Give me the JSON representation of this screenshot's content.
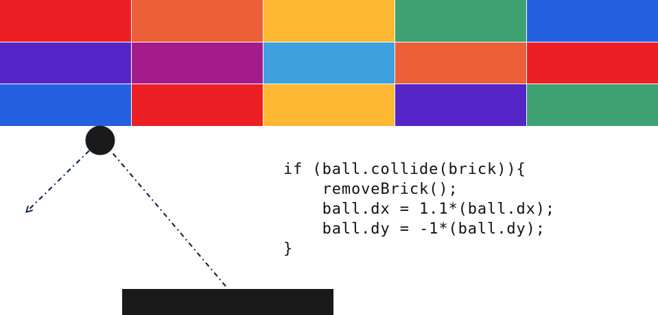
{
  "bricks": {
    "rows": [
      [
        "#EC2024",
        "#EC6039",
        "#FFB833",
        "#3FA172",
        "#2460E0"
      ],
      [
        "#5525C8",
        "#A41C8C",
        "#3FA0E0",
        "#EC6039",
        "#EC2024"
      ],
      [
        "#2460E0",
        "#EC2024",
        "#FFB833",
        "#5525C8",
        "#3FA172"
      ]
    ]
  },
  "ball": {
    "color": "#1a1a1a"
  },
  "paddle": {
    "color": "#1a1a1a"
  },
  "trajectory": {
    "color": "#13254a"
  },
  "code": {
    "lines": [
      "if (ball.collide(brick)){",
      "    removeBrick();",
      "    ball.dx = 1.1*(ball.dx);",
      "    ball.dy = -1*(ball.dy);",
      "}"
    ]
  }
}
